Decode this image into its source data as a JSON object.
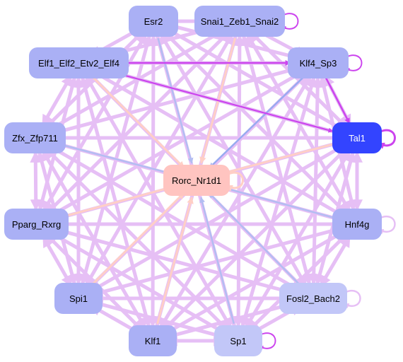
{
  "colors": {
    "edge_default": "#e6bff5",
    "edge_peach": "#ffcfc6",
    "edge_blue": "#b3bdf2",
    "edge_magenta": "#cc44ee",
    "node_default": "#aab0f5",
    "node_light": "#c2c7f8",
    "node_center": "#ffc4c0",
    "node_dark": "#3344ff",
    "text_dark": "#000000",
    "text_light": "#ffffff"
  },
  "nodes": [
    {
      "id": "esr2",
      "label": "Esr2",
      "fill": "#aab0f5",
      "text": "#000000"
    },
    {
      "id": "snai",
      "label": "Snai1_Zeb1_Snai2",
      "fill": "#aab0f5",
      "text": "#000000"
    },
    {
      "id": "elf",
      "label": "Elf1_Elf2_Etv2_Elf4",
      "fill": "#aab0f5",
      "text": "#000000"
    },
    {
      "id": "klf4",
      "label": "Klf4_Sp3",
      "fill": "#aab0f5",
      "text": "#000000"
    },
    {
      "id": "tal1",
      "label": "Tal1",
      "fill": "#3344ff",
      "text": "#ffffff"
    },
    {
      "id": "zfx",
      "label": "Zfx_Zfp711",
      "fill": "#aab0f5",
      "text": "#000000"
    },
    {
      "id": "rorc",
      "label": "Rorc_Nr1d1",
      "fill": "#ffc4c0",
      "text": "#000000"
    },
    {
      "id": "pparg",
      "label": "Pparg_Rxrg",
      "fill": "#aab0f5",
      "text": "#000000"
    },
    {
      "id": "hnf4g",
      "label": "Hnf4g",
      "fill": "#aab0f5",
      "text": "#000000"
    },
    {
      "id": "spi1",
      "label": "Spi1",
      "fill": "#aab0f5",
      "text": "#000000"
    },
    {
      "id": "fosl2",
      "label": "Fosl2_Bach2",
      "fill": "#c2c7f8",
      "text": "#000000"
    },
    {
      "id": "klf1",
      "label": "Klf1",
      "fill": "#aab0f5",
      "text": "#000000"
    },
    {
      "id": "sp1",
      "label": "Sp1",
      "fill": "#c2c7f8",
      "text": "#000000"
    }
  ]
}
